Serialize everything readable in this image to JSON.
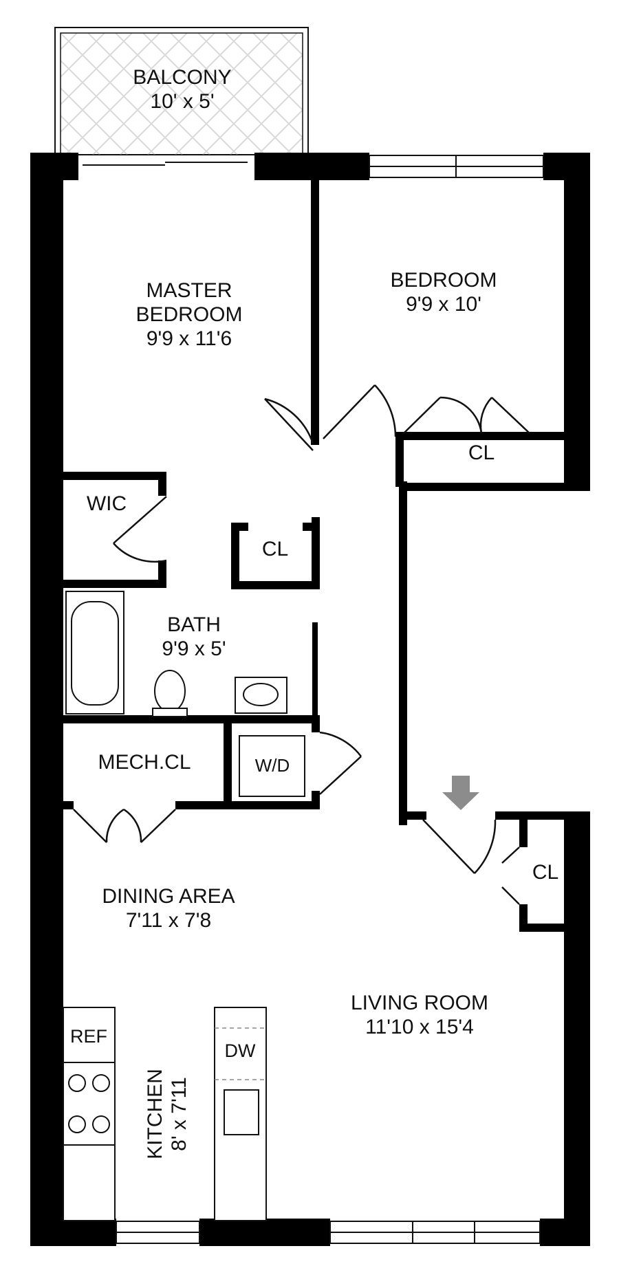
{
  "rooms": {
    "balcony": {
      "name": "BALCONY",
      "size": "10' x 5'"
    },
    "master_bedroom": {
      "name_line1": "MASTER",
      "name_line2": "BEDROOM",
      "size": "9'9 x 11'6"
    },
    "bedroom": {
      "name": "BEDROOM",
      "size": "9'9 x 10'"
    },
    "wic": {
      "name": "WIC"
    },
    "closet_master": {
      "name": "CL"
    },
    "closet_bedroom": {
      "name": "CL"
    },
    "bath": {
      "name": "BATH",
      "size": "9'9 x 5'"
    },
    "mech_closet": {
      "name": "MECH.CL"
    },
    "washer_dryer": {
      "name": "W/D"
    },
    "closet_entry": {
      "name": "CL"
    },
    "dining_area": {
      "name": "DINING AREA",
      "size": "7'11 x 7'8"
    },
    "living_room": {
      "name": "LIVING ROOM",
      "size": "11'10 x 15'4"
    },
    "kitchen": {
      "name": "KITCHEN",
      "size": "8' x 7'11"
    }
  },
  "fixtures": {
    "refrigerator": "REF",
    "dishwasher": "DW"
  },
  "colors": {
    "wall": "#000000",
    "entry_arrow": "#8c8c8c",
    "balcony_pattern": "#d9d9d9"
  }
}
